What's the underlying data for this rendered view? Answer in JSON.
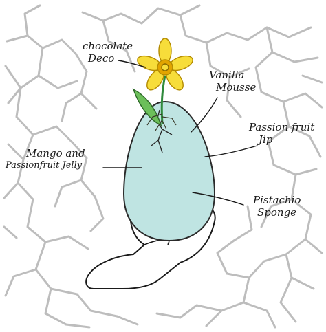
{
  "labels": {
    "chocolate_deco": [
      "chocolate",
      "Deco"
    ],
    "vanilla_mousse": [
      "Vanilla",
      "Mousse"
    ],
    "passion_fruit_jip": [
      "Passion fruit",
      "Jip"
    ],
    "mango_jelly": [
      "Mango and",
      "Passionfruit Jelly"
    ],
    "pistachio_sponge": [
      "Pistachio",
      "Sponge"
    ]
  },
  "colors": {
    "egg_fill": "#bfe4e2",
    "egg_outline": "#2a2a2a",
    "cracks": "#bdbdbd",
    "flower_petals": "#f7dd3a",
    "flower_center": "#e2a400",
    "stem": "#2f8a3c",
    "leaf": "#6cbf5a",
    "ink": "#1a1a1a"
  }
}
